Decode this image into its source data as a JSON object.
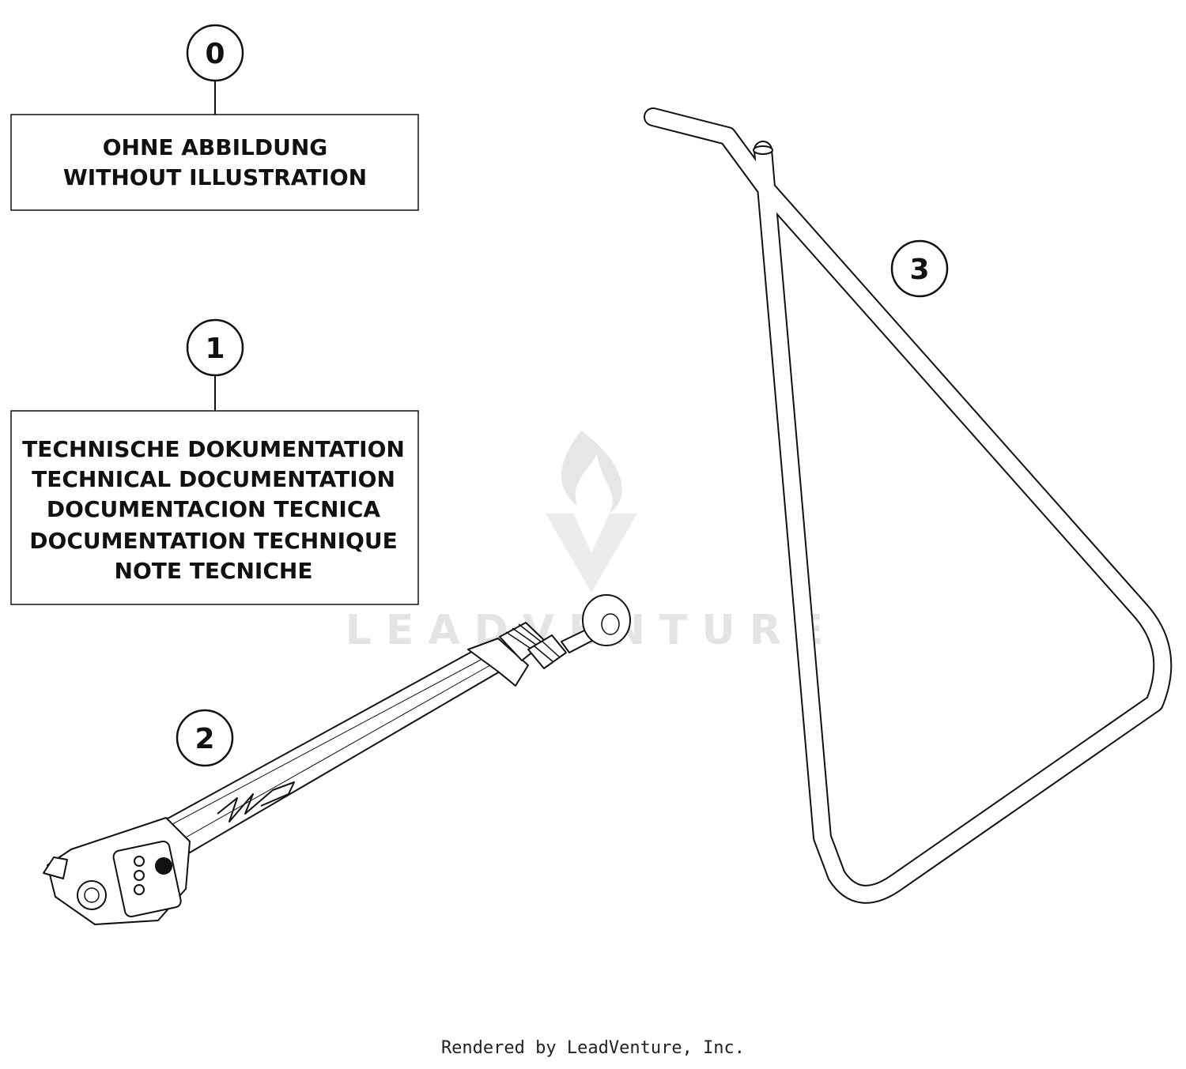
{
  "callouts": {
    "c0": "0",
    "c1": "1",
    "c2": "2",
    "c3": "3"
  },
  "box0": {
    "lines": [
      "OHNE ABBILDUNG",
      "WITHOUT ILLUSTRATION"
    ]
  },
  "box1": {
    "lines": [
      "TECHNISCHE DOKUMENTATION",
      "TECHNICAL DOCUMENTATION",
      "DOCUMENTACION TECNICA",
      "DOCUMENTATION TECHNIQUE",
      "NOTE TECNICHE"
    ]
  },
  "watermark": {
    "text": "LEADVENTURE"
  },
  "footer": {
    "text": "Rendered by LeadVenture, Inc."
  }
}
